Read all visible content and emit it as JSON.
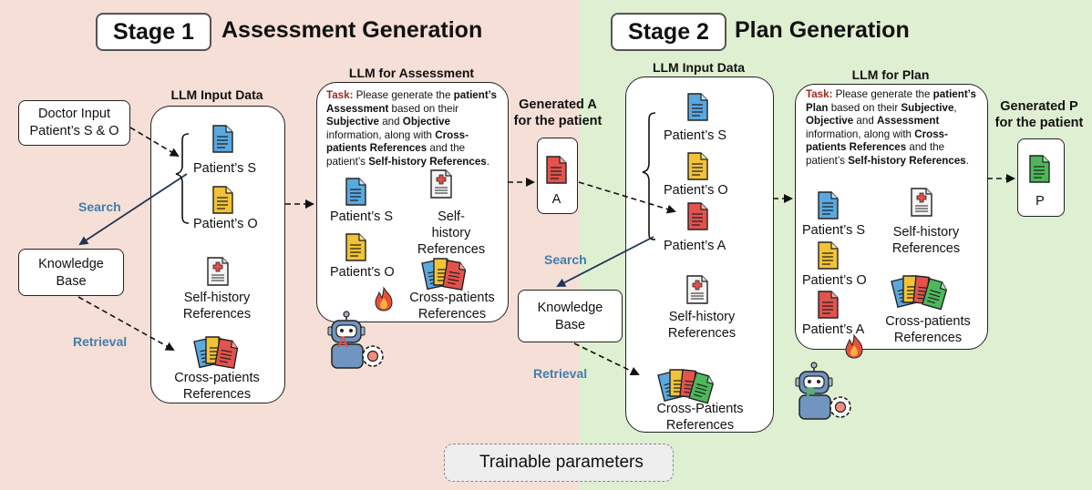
{
  "colors": {
    "stage1_bg": "#f6dfd6",
    "stage2_bg": "#dff0d2",
    "arrow_blue": "#1f3354",
    "label_blue": "#3f7fab",
    "task_red": "#9b2a1e"
  },
  "stage1": {
    "badge": "Stage 1",
    "title": "Assessment Generation",
    "doctor_input": [
      "Doctor Input",
      "Patient’s S & O"
    ],
    "knowledge_base": [
      "Knowledge",
      "Base"
    ],
    "search": "Search",
    "retrieval": "Retrieval",
    "llm_input": {
      "title": "LLM Input Data",
      "s": "Patient’s S",
      "o": "Patient’s O",
      "self_history": [
        "Self-history",
        "References"
      ],
      "cross": [
        "Cross-patients",
        "References"
      ]
    },
    "llm_assessment": {
      "title": "LLM for Assessment",
      "task_label": "Task:",
      "task_parts": [
        " Please generate the ",
        "patient’s Assessment",
        " based on their ",
        "Subjective",
        " and ",
        "Objective",
        " information, along with ",
        "Cross-patients References",
        " and the patient’s ",
        "Self-history References",
        "."
      ],
      "s": "Patient’s S",
      "o": "Patient’s O",
      "self_history": [
        "Self-",
        "history References"
      ],
      "cross": [
        "Cross-patients",
        "References"
      ],
      "robot_letter": "A"
    },
    "generated": {
      "title": [
        "Generated A",
        "for the patient"
      ],
      "label": "A"
    }
  },
  "stage2": {
    "badge": "Stage 2",
    "title": "Plan Generation",
    "knowledge_base": [
      "Knowledge",
      "Base"
    ],
    "search": "Search",
    "retrieval": "Retrieval",
    "llm_input": {
      "title": "LLM Input Data",
      "s": "Patient’s S",
      "o": "Patient’s O",
      "a": "Patient’s A",
      "self_history": [
        "Self-history",
        "References"
      ],
      "cross": [
        "Cross-Patients",
        "References"
      ]
    },
    "llm_plan": {
      "title": "LLM for Plan",
      "task_label": "Task:",
      "task_parts": [
        " Please generate the ",
        "patient’s Plan",
        " based on their ",
        "Subjective",
        ", ",
        "Objective",
        " and ",
        "Assessment",
        " information, along with ",
        "Cross-patients References",
        " and the patient’s ",
        "Self-history References",
        "."
      ],
      "s": "Patient’s S",
      "o": "Patient’s O",
      "a": "Patient’s A",
      "self_history": [
        "Self-history",
        "References"
      ],
      "cross": [
        "Cross-patients",
        "References"
      ],
      "robot_letter": "P"
    },
    "generated": {
      "title": [
        "Generated P",
        "for the patient"
      ],
      "label": "P"
    }
  },
  "legend": {
    "label": "Trainable parameters",
    "icon": "flame-icon"
  }
}
